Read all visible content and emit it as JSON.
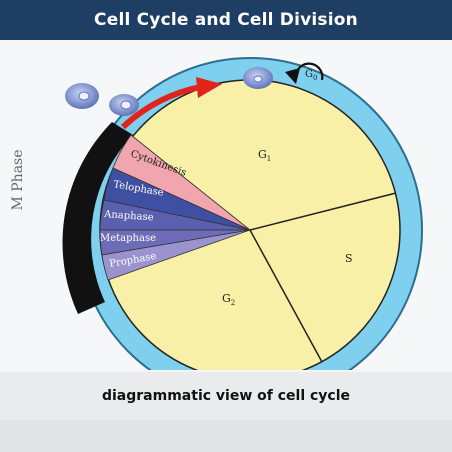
{
  "header": {
    "title": "Cell Cycle and Cell Division"
  },
  "diagram": {
    "side_label": "M Phase",
    "g0_label": "G",
    "g0_subscript": "0",
    "phases": {
      "g1": {
        "label": "G",
        "subscript": "1"
      },
      "s": {
        "label": "S"
      },
      "g2": {
        "label": "G",
        "subscript": "2"
      }
    },
    "m_subphases": [
      "Cytokinesis",
      "Telophase",
      "Anaphase",
      "Metaphase",
      "Prophase"
    ],
    "colors": {
      "header_bg": "#1f3e63",
      "ring": "#7fd0ef",
      "interphase": "#f8f0a6",
      "m_band": "#111111",
      "arrow": "#e0241b",
      "cytokinesis": "#f1a5ae",
      "telophase": "#3f4fa1",
      "anaphase": "#5a5fb0",
      "metaphase": "#6d6cb8",
      "prophase": "#9a93cf",
      "cell": "#8ea0d6"
    }
  },
  "caption": "diagrammatic view of cell cycle"
}
